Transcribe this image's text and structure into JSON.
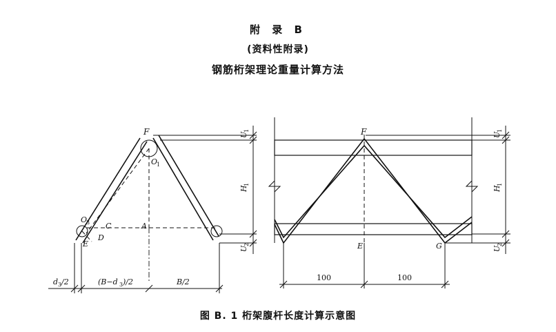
{
  "header": {
    "title": "附 录 B",
    "subtitle": "(资料性附录)",
    "heading": "钢筋桁架理论重量计算方法"
  },
  "caption": "图 B. 1   桁架腹杆长度计算示意图",
  "left_figure": {
    "labels": {
      "F": "F",
      "O1": "O",
      "O1_sub": "1",
      "O3": "O",
      "O3_sub": "3",
      "C": "C",
      "A": "A",
      "E": "E",
      "D": "D",
      "U1": "U",
      "U1_sub": "1",
      "H1": "H",
      "H1_sub": "1",
      "U2": "U",
      "U2_sub": "2"
    },
    "dims": {
      "d3_half_a": "d",
      "d3_half_sub": "3",
      "d3_half_b": "/2",
      "b_minus_d3_half": "(B−d",
      "b_minus_d3_sub": "3",
      "b_minus_d3_end": ")/2",
      "b_half": "B/2"
    }
  },
  "right_figure": {
    "labels": {
      "F": "F",
      "E": "E",
      "G": "G",
      "U1": "U",
      "U1_sub": "1",
      "H1": "H",
      "H1_sub": "1",
      "U2": "U",
      "U2_sub": "2"
    },
    "dims": {
      "left": "100",
      "right": "100"
    }
  }
}
